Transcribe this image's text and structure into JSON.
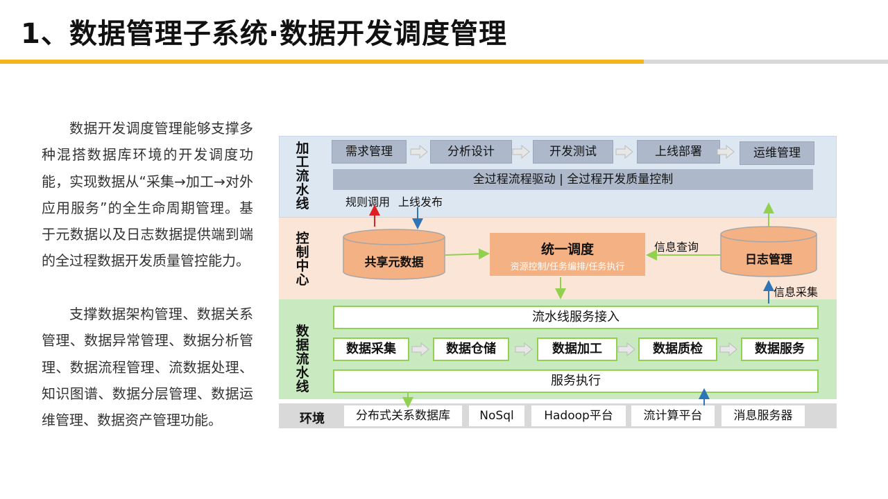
{
  "page": {
    "title": "1、数据管理子系统·数据开发调度管理",
    "paragraphs": [
      "数据开发调度管理能够支撑多种混搭数据库环境的开发调度功能，实现数据从“采集→加工→对外应用服务”的全生命周期管理。基于元数据以及日志数据提供端到端的全过程数据开发质量管控能力。",
      "支撑数据架构管理、数据关系管理、数据异常管理、数据分析管理、数据流程管理、流数据处理、知识图谱、数据分层管理、数据运维管理、数据资产管理功能。"
    ]
  },
  "diagram": {
    "bands": {
      "processing": "加工流水线",
      "control": "控制中心",
      "dataflow": "数据流水线",
      "env": "环境"
    },
    "process_steps": [
      "需求管理",
      "分析设计",
      "开发测试",
      "上线部署",
      "运维管理"
    ],
    "process_bar": "全过程流程驱动 | 全过程开发质量控制",
    "rule_call": "规则调用",
    "release": "上线发布",
    "shared_meta": "共享元数据",
    "scheduler": {
      "title": "统一调度",
      "subtitle": "资源控制/任务编排/任务执行"
    },
    "info_query": "信息查询",
    "log_mgmt": "日志管理",
    "info_collect": "信息采集",
    "pipeline_access": "流水线服务接入",
    "data_steps": [
      "数据采集",
      "数据仓储",
      "数据加工",
      "数据质检",
      "数据服务"
    ],
    "service_exec": "服务执行",
    "env_items": [
      "分布式关系数据库",
      "NoSql",
      "Hadoop平台",
      "流计算平台",
      "消息服务器"
    ]
  },
  "colors": {
    "accent_yellow": "#F5B41E",
    "band_blue": "#DCE7F2",
    "band_orange": "#FBE5D6",
    "band_green": "#C9E9C0",
    "box_grey_blue": "#ADB9CA",
    "orange_box": "#F4B183",
    "green_arrow": "#92D050",
    "red_arrow": "#E02020",
    "blue_arrow": "#2E75B6"
  }
}
